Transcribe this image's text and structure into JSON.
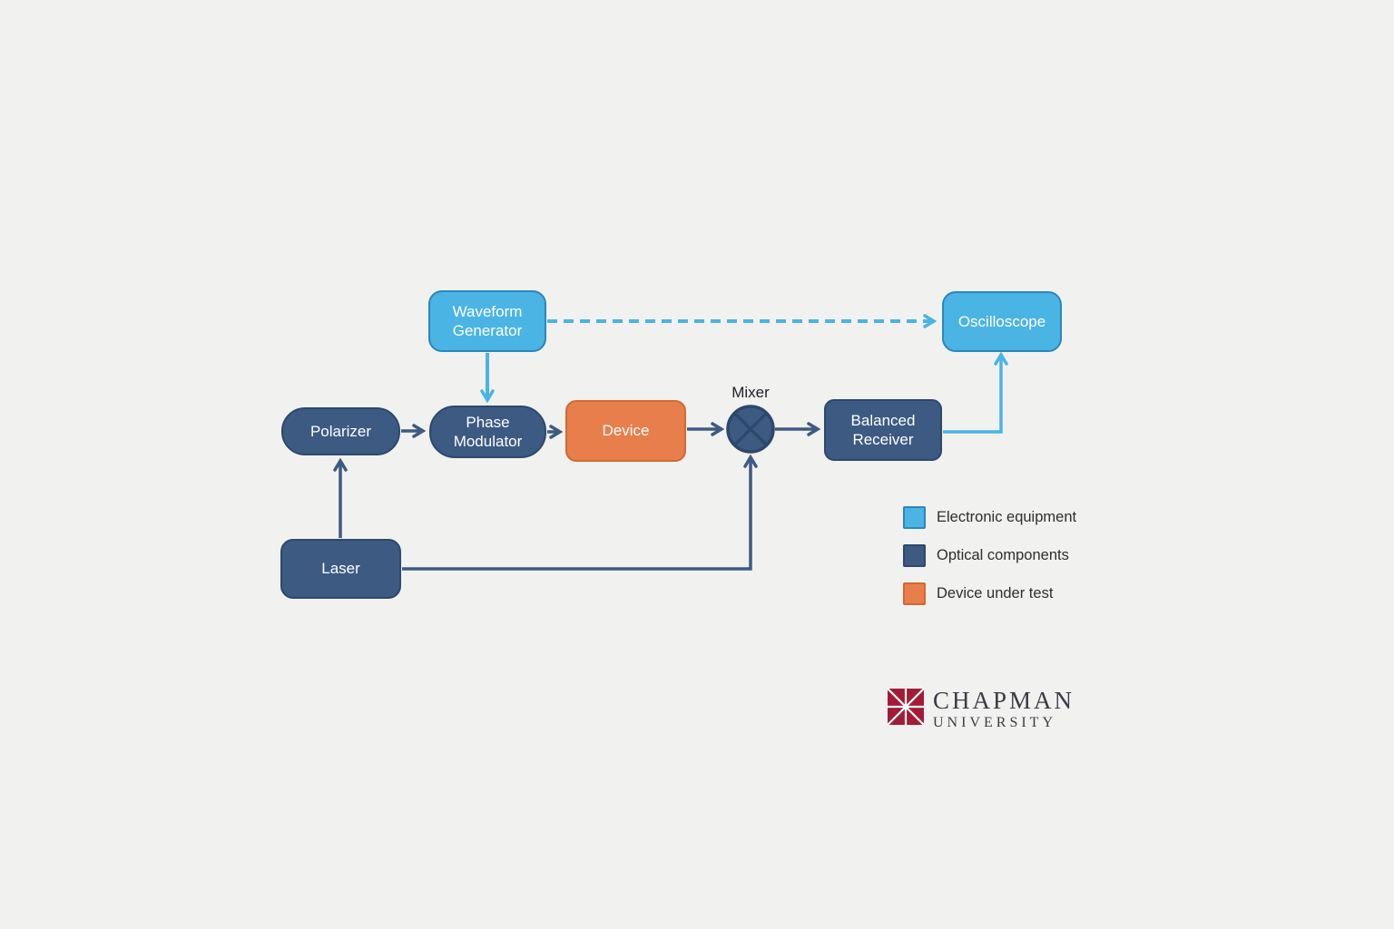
{
  "nodes": {
    "waveform_generator": {
      "label": "Waveform\nGenerator",
      "type": "electronic"
    },
    "oscilloscope": {
      "label": "Oscilloscope",
      "type": "electronic"
    },
    "polarizer": {
      "label": "Polarizer",
      "type": "optical"
    },
    "phase_modulator": {
      "label": "Phase\nModulator",
      "type": "optical"
    },
    "device": {
      "label": "Device",
      "type": "device_under_test"
    },
    "mixer": {
      "label": "Mixer",
      "type": "optical"
    },
    "balanced_receiver": {
      "label": "Balanced\nReceiver",
      "type": "optical"
    },
    "laser": {
      "label": "Laser",
      "type": "optical"
    }
  },
  "connections": [
    {
      "from": "waveform_generator",
      "to": "phase_modulator",
      "style": "solid",
      "color": "#4AB4E4"
    },
    {
      "from": "waveform_generator",
      "to": "oscilloscope",
      "style": "dashed",
      "color": "#4AB4E4"
    },
    {
      "from": "laser",
      "to": "polarizer",
      "style": "solid",
      "color": "#3D5A82"
    },
    {
      "from": "laser",
      "to": "mixer",
      "style": "solid",
      "color": "#3D5A82"
    },
    {
      "from": "polarizer",
      "to": "phase_modulator",
      "style": "solid",
      "color": "#3D5A82"
    },
    {
      "from": "phase_modulator",
      "to": "device",
      "style": "solid",
      "color": "#3D5A82"
    },
    {
      "from": "device",
      "to": "mixer",
      "style": "solid",
      "color": "#3D5A82"
    },
    {
      "from": "mixer",
      "to": "balanced_receiver",
      "style": "solid",
      "color": "#3D5A82"
    },
    {
      "from": "balanced_receiver",
      "to": "oscilloscope",
      "style": "solid",
      "color": "#4AB4E4"
    }
  ],
  "legend": {
    "items": [
      {
        "label": "Electronic equipment",
        "color": "#4AB4E4"
      },
      {
        "label": "Optical components",
        "color": "#3D5A82"
      },
      {
        "label": "Device under test",
        "color": "#E87E4B"
      }
    ]
  },
  "branding": {
    "line1": "CHAPMAN",
    "line2": "UNIVERSITY",
    "logo_color": "#A31C37"
  },
  "colors": {
    "background": "#F1F1EF",
    "electronic_fill": "#4AB4E4",
    "electronic_border": "#2C86BD",
    "optical_fill": "#3D5A82",
    "optical_border": "#2E486B",
    "device_fill": "#E87E4B",
    "device_border": "#D06A33"
  }
}
